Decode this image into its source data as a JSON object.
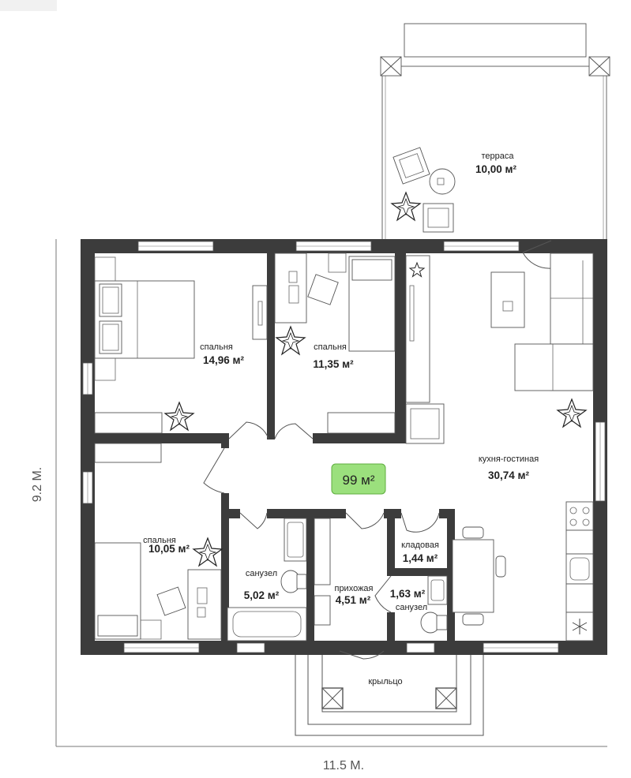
{
  "rooms": [
    {
      "id": "terrace",
      "name": "терраса",
      "area": "10,00 м²"
    },
    {
      "id": "bedroom1",
      "name": "спальня",
      "area": "14,96 м²"
    },
    {
      "id": "bedroom2",
      "name": "спальня",
      "area": "11,35 м²"
    },
    {
      "id": "living",
      "name": "кухня-гостиная",
      "area": "30,74 м²"
    },
    {
      "id": "bedroom3",
      "name": "спальня",
      "area": "10,05 м²"
    },
    {
      "id": "bath1",
      "name": "санузел",
      "area": "5,02 м²"
    },
    {
      "id": "hall",
      "name": "прихожая",
      "area": "4,51 м²"
    },
    {
      "id": "pantry",
      "name": "кладовая",
      "area": "1,44 м²"
    },
    {
      "id": "bath2",
      "name": "санузел",
      "area": "1,63 м²"
    },
    {
      "id": "porch",
      "name": "крыльцо",
      "area": ""
    }
  ],
  "total_area": "99 м²",
  "dimensions": {
    "width": "11.5 М.",
    "height": "9.2 М."
  },
  "colors": {
    "wall": "#3c3c3c",
    "badge": "#9be07d",
    "badge_border": "#5fae3f"
  }
}
